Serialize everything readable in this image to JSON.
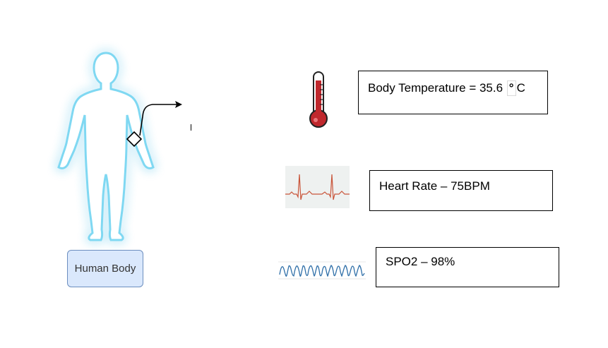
{
  "diagram": {
    "body_label": "Human Body",
    "readings": {
      "temperature": {
        "label": "Body Temperature = 35.6",
        "degree_symbol": "°",
        "unit": "C"
      },
      "heart_rate": {
        "text": "Heart Rate – 75BPM"
      },
      "spo2": {
        "text": "SPO2 – 98%"
      }
    }
  },
  "icons": {
    "body": "human-body-silhouette",
    "sensor": "diamond-sensor",
    "temperature": "thermometer-icon",
    "heart_rate": "ecg-waveform",
    "spo2": "ppg-waveform"
  },
  "colors": {
    "glow": "#7fd8f2",
    "label_fill": "#dae8fc",
    "label_border": "#6c8ebf",
    "thermometer_red": "#c0282d",
    "ecg_line": "#c9553a",
    "ppg_line": "#2f6fa8"
  }
}
